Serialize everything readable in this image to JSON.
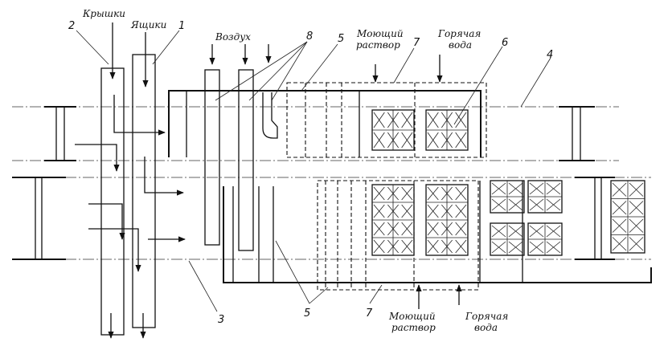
{
  "labels": {
    "lids": "Крышки",
    "boxes": "Ящики",
    "air": "Воздух",
    "wash_top_1": "Моющий",
    "wash_top_2": "раствор",
    "hot_top_1": "Горячая",
    "hot_top_2": "вода",
    "wash_bottom_1": "Моющий",
    "wash_bottom_2": "раствор",
    "hot_bottom_1": "Горячая",
    "hot_bottom_2": "вода"
  },
  "numbers": {
    "n1": "1",
    "n2": "2",
    "n3": "3",
    "n4": "4",
    "n5_top": "5",
    "n5_bottom": "5",
    "n6": "6",
    "n7_top": "7",
    "n7_bottom": "7",
    "n8": "8"
  }
}
